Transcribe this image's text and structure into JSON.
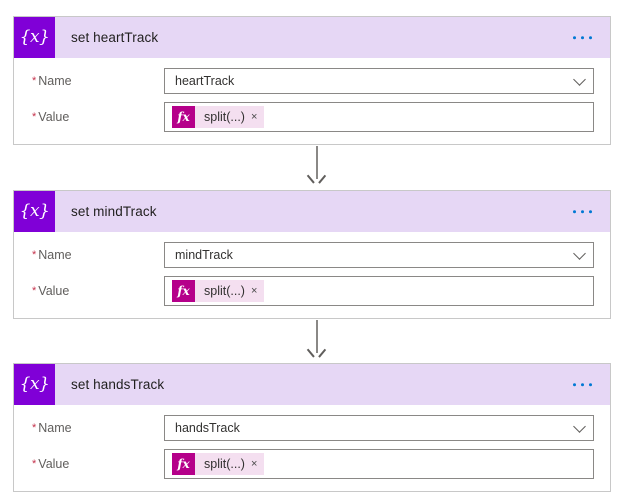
{
  "colors": {
    "action_icon_bg": "#8000d7",
    "header_bg": "#e6d7f5",
    "token_fx_bg": "#b5008a",
    "token_bg": "#f4dff0",
    "ellipsis_dot": "#0078d4",
    "required_star": "#c4314b",
    "card_border": "#c8c8c8",
    "input_border": "#8a8886",
    "connector": "#8a8886"
  },
  "labels": {
    "name": "Name",
    "value": "Value",
    "required_marker": "*",
    "action_icon_glyph": "{x}",
    "fx_glyph": "fx",
    "close_glyph": "×"
  },
  "icons": {
    "action": "variable-braces-icon",
    "overflow": "more-options-icon",
    "dropdown": "chevron-down-icon",
    "expression": "fx-expression-icon",
    "remove_token": "close-icon",
    "flow_arrow": "arrow-down-icon"
  },
  "cards": [
    {
      "title": "set heartTrack",
      "name_value": "heartTrack",
      "value_token": "split(...)"
    },
    {
      "title": "set mindTrack",
      "name_value": "mindTrack",
      "value_token": "split(...)"
    },
    {
      "title": "set handsTrack",
      "name_value": "handsTrack",
      "value_token": "split(...)"
    }
  ]
}
